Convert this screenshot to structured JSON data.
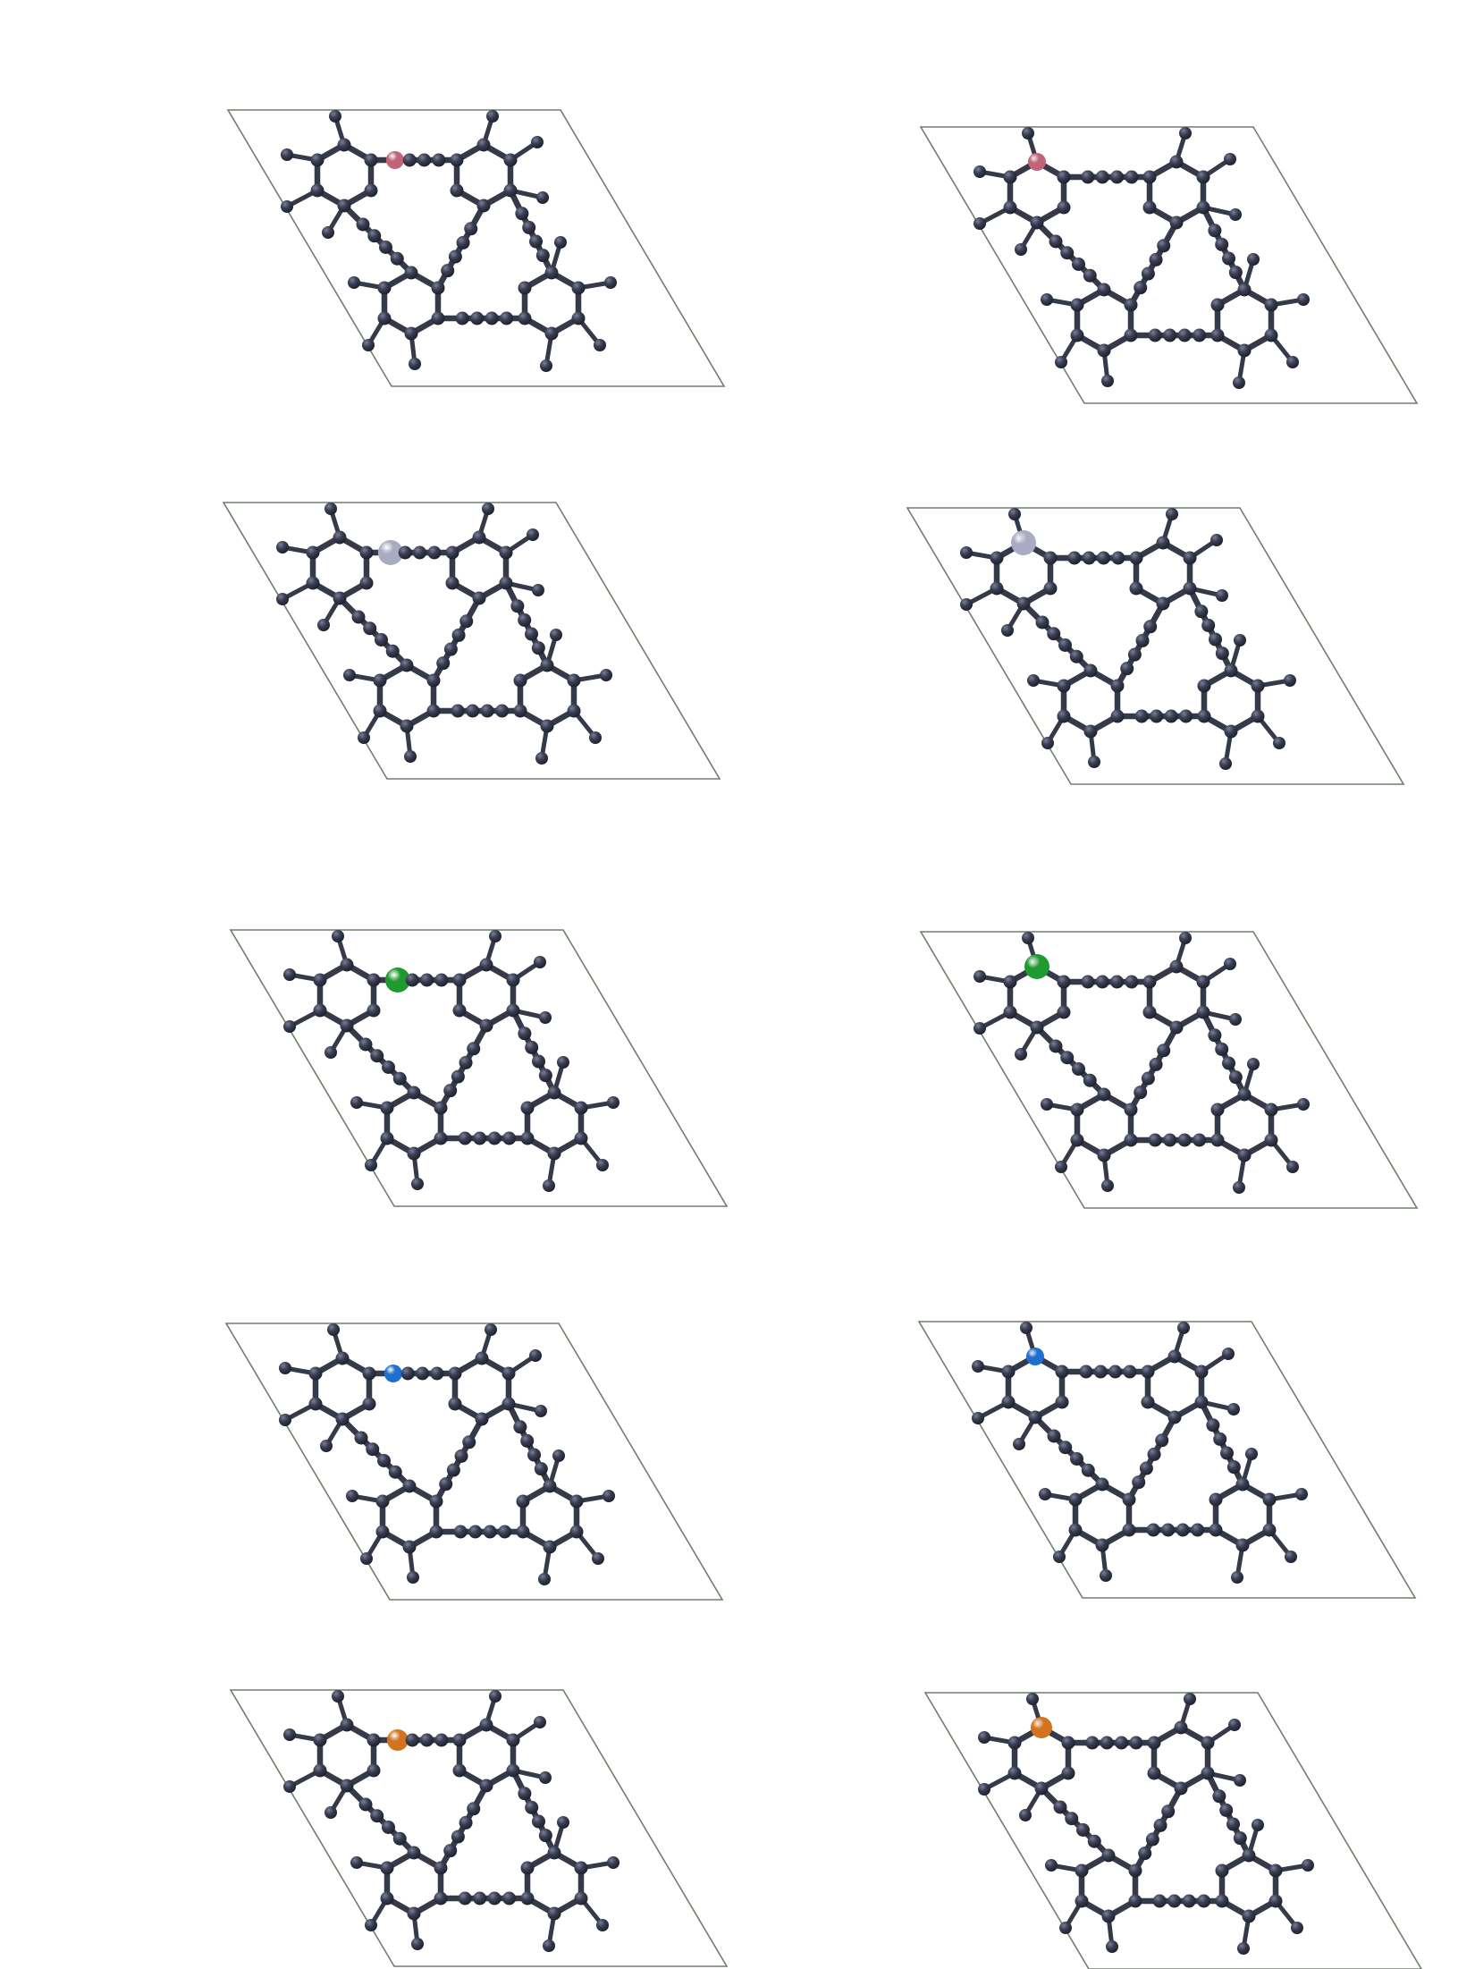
{
  "figure": {
    "panels": [
      {
        "name": "panel-1",
        "dopant": {
          "color": "#c06478",
          "site": "bridge",
          "size": "small"
        }
      },
      {
        "name": "panel-2",
        "dopant": {
          "color": "#c06478",
          "site": "ring",
          "size": "small"
        }
      },
      {
        "name": "panel-3",
        "dopant": {
          "color": "#a8abc2",
          "site": "bridge",
          "size": "large"
        }
      },
      {
        "name": "panel-4",
        "dopant": {
          "color": "#a8abc2",
          "site": "ring",
          "size": "large"
        }
      },
      {
        "name": "panel-5",
        "dopant": {
          "color": "#1f9a2e",
          "site": "bridge",
          "size": "large"
        }
      },
      {
        "name": "panel-6",
        "dopant": {
          "color": "#1f9a2e",
          "site": "ring",
          "size": "large"
        }
      },
      {
        "name": "panel-7",
        "dopant": {
          "color": "#1f6fd0",
          "site": "bridge",
          "size": "small"
        }
      },
      {
        "name": "panel-8",
        "dopant": {
          "color": "#1f6fd0",
          "site": "ring",
          "size": "small"
        }
      },
      {
        "name": "panel-9",
        "dopant": {
          "color": "#d4731e",
          "site": "bridge",
          "size": "medium"
        }
      },
      {
        "name": "panel-10",
        "dopant": {
          "color": "#d4731e",
          "site": "ring",
          "size": "medium"
        }
      }
    ],
    "colors": {
      "carbon": "#363948",
      "cell_border": "#6f7f6c",
      "background": "#ffffff"
    }
  }
}
